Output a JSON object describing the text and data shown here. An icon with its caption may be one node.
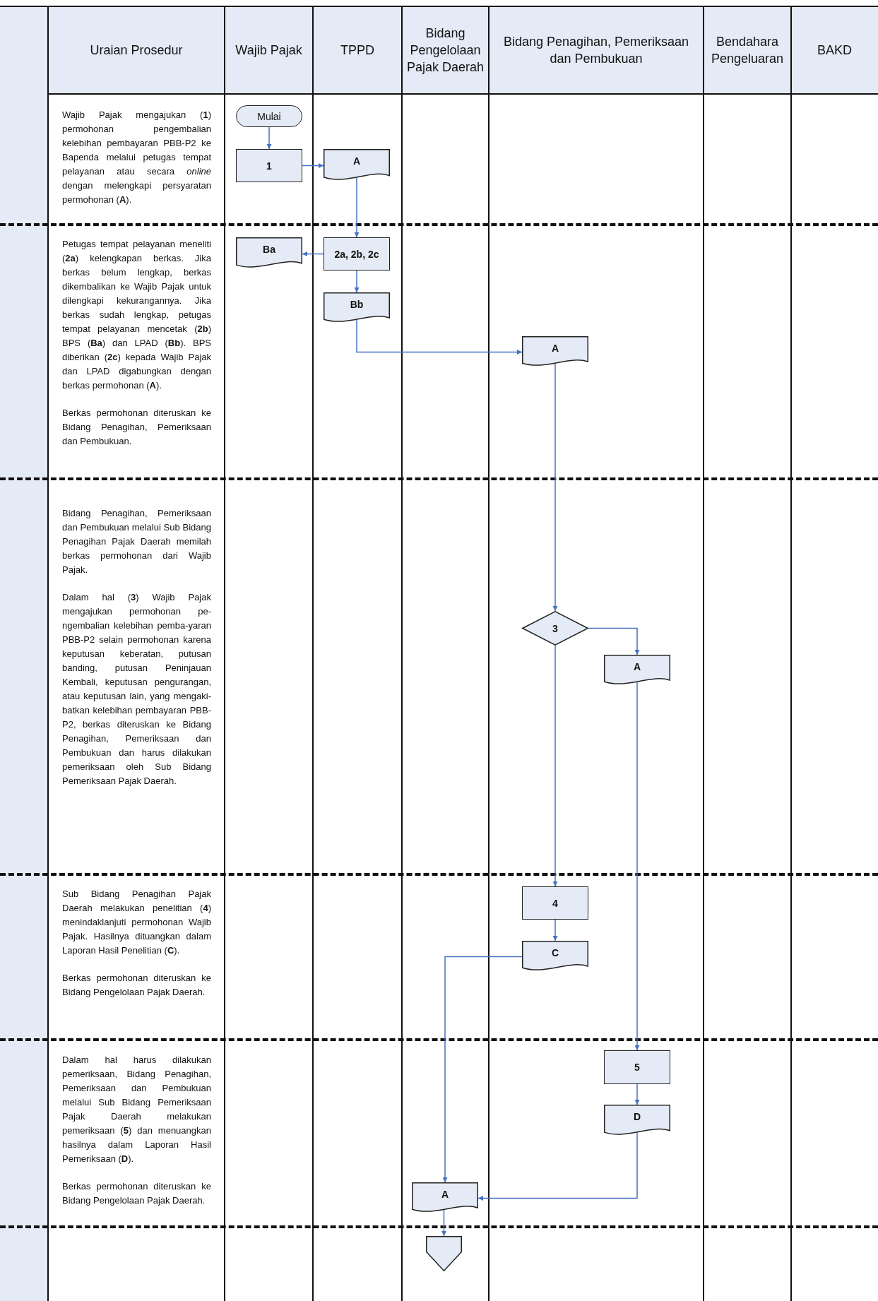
{
  "diagram": {
    "nodes": [
      {
        "text": [
          "Mulai"
        ]
      },
      {
        "text": [
          "1"
        ]
      },
      {
        "text": [
          "A"
        ]
      },
      {
        "text": [
          "Ba"
        ]
      },
      {
        "text": [
          "2a, 2b, 2c"
        ]
      },
      {
        "text": [
          "Bb"
        ]
      },
      {
        "text": [
          "A"
        ]
      },
      {
        "text": [
          "3"
        ]
      },
      {
        "text": [
          "A"
        ]
      },
      {
        "text": [
          "4"
        ]
      },
      {
        "text": [
          "C"
        ]
      },
      {
        "text": [
          "5"
        ]
      },
      {
        "text": [
          "D"
        ]
      },
      {
        "text": [
          "A"
        ]
      },
      {
        "text": [],
        "shape": "pentagon"
      }
    ],
    "edges": [
      {
        "from": 0,
        "to": 1,
        "arrow": "to"
      },
      {
        "from": 1,
        "to": 2,
        "arrow": "to"
      },
      {
        "from": 2,
        "to": 4,
        "arrow": "to"
      },
      {
        "from": 4,
        "to": 3,
        "arrow": "to"
      },
      {
        "from": 4,
        "to": 5,
        "arrow": "to"
      },
      {
        "from": 5,
        "to": 6,
        "arrow": "to"
      },
      {
        "from": 6,
        "to": 7,
        "arrow": "to"
      },
      {
        "from": 7,
        "to": 8,
        "arrow": "to"
      },
      {
        "from": 7,
        "to": 9,
        "arrow": "to"
      },
      {
        "from": 9,
        "to": 10,
        "arrow": "to"
      },
      {
        "from": 10,
        "to": 13,
        "arrow": "to"
      },
      {
        "from": 8,
        "to": 11,
        "arrow": "to"
      },
      {
        "from": 11,
        "to": 12,
        "arrow": "to"
      },
      {
        "from": 12,
        "to": 13,
        "arrow": "to"
      },
      {
        "from": 13,
        "to": 14,
        "arrow": "to"
      }
    ],
    "labels": [
      "Uraian Prosedur",
      "Wajib Pajak",
      "TPPD",
      "Bidang Pengelolaan Pajak Daerah",
      "Bidang Penagihan, Pemeriksaan dan Pembukuan",
      "Bendahara Pengeluaran",
      "BAKD",
      "Wajib Pajak mengajukan (**1**) permohonan pengembalian kelebihan pembayaran PBB-P2 ke Bapenda melalui petugas tempat pelayanan atau secara *online* dengan melengkapi persyaratan permohonan (**A**).",
      "Petugas tempat pelayanan meneliti (**2a**) kelengkapan berkas. Jika berkas belum lengkap, berkas dikembalikan ke Wajib Pajak untuk dilengkapi kekurangannya. Jika berkas sudah lengkap, petugas tempat pelayanan mencetak (**2b**) BPS (**Ba**) dan LPAD (**Bb**). BPS diberikan (**2c**) kepada Wajib Pajak dan LPAD digabungkan dengan berkas permohonan (**A**).",
      "Berkas permohonan diteruskan ke Bidang Penagihan, Pemeriksaan dan Pembukuan.",
      "Bidang Penagihan, Pemeriksaan dan Pembukuan melalui Sub Bidang Penagihan Pajak Daerah memilah berkas permohonan dari Wajib Pajak.",
      "Dalam hal (**3**) Wajib Pajak mengajukan permohonan pe-ngembalian kelebihan pemba-yaran PBB-P2 selain permohonan karena keputusan keberatan, putusan banding, putusan Peninjauan Kembali, keputusan pengurangan, atau keputusan lain, yang mengaki-batkan kelebihan pembayaran PBB-P2, berkas diteruskan ke Bidang Penagihan, Pemeriksaan dan Pembukuan dan harus dilakukan pemeriksaan oleh Sub Bidang Pemeriksaan Pajak Daerah.",
      "Sub Bidang Penagihan Pajak Daerah melakukan penelitian (**4**) menindaklanjuti permohonan Wajib Pajak. Hasilnya dituangkan dalam Laporan Hasil Penelitian (**C**).",
      "Berkas permohonan diteruskan ke Bidang Pengelolaan Pajak Daerah.",
      "Dalam hal harus dilakukan pemeriksaan, Bidang Penagihan, Pemeriksaan dan Pembukuan melalui Sub Bidang Pemeriksaan Pajak Daerah melakukan pemeriksaan (**5**) dan menuangkan hasilnya dalam Laporan Hasil Pemeriksaan (**D**).",
      "Berkas permohonan diteruskan ke Bidang Pengelolaan Pajak Daerah."
    ]
  }
}
